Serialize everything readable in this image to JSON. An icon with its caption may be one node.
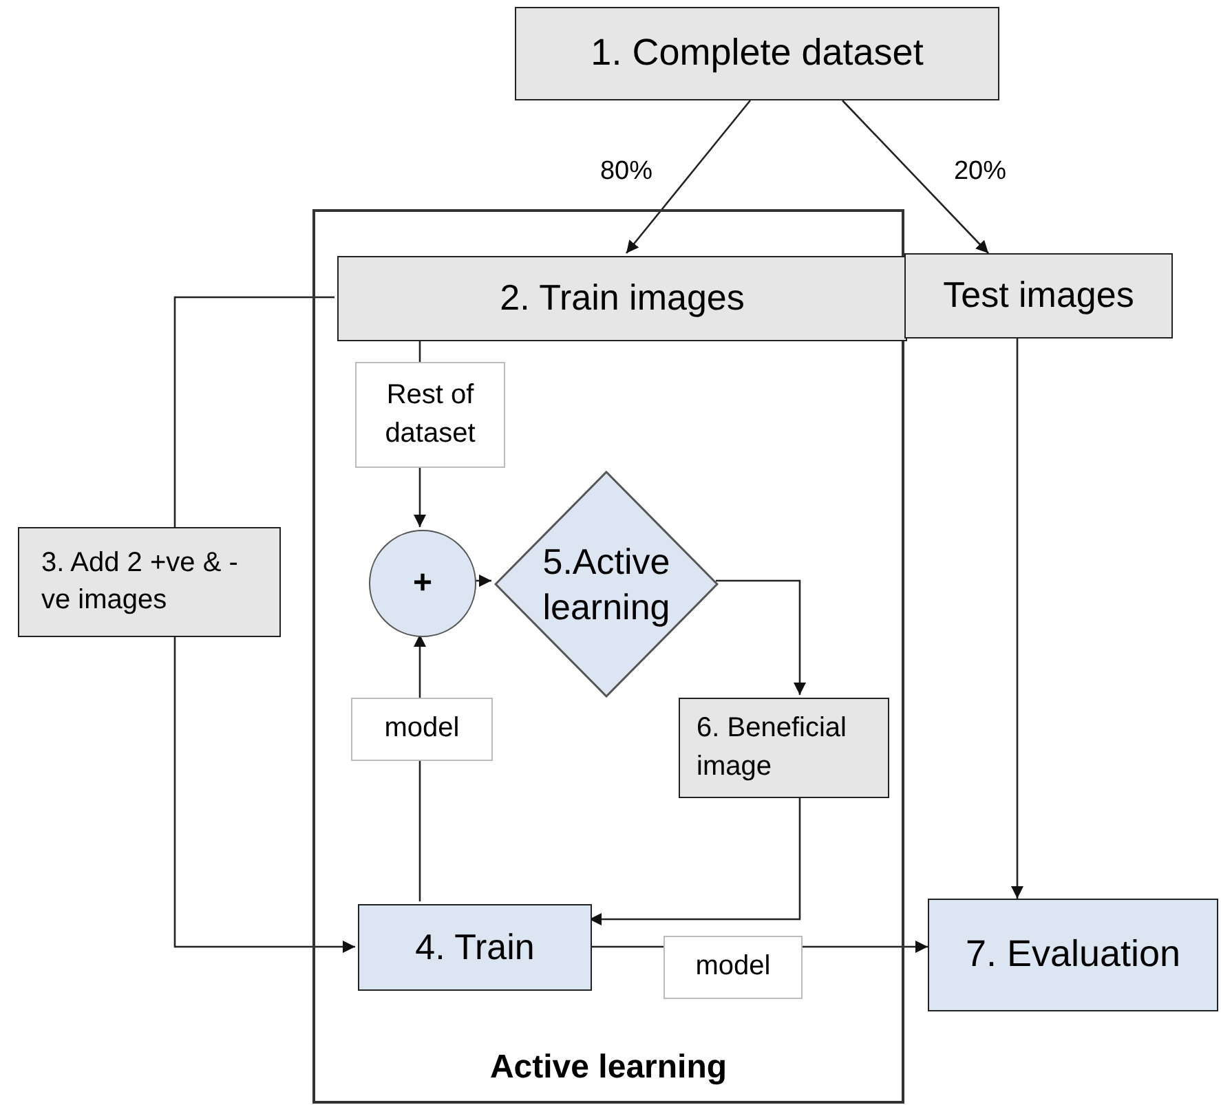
{
  "diagram": {
    "nodes": [
      {
        "text": [
          "1. Complete dataset"
        ]
      },
      {
        "text": [
          "Active learning"
        ]
      },
      {
        "text": [
          "2. Train images"
        ],
        "in": 1
      },
      {
        "text": [
          "Test images"
        ]
      },
      {
        "text": [
          "3. Add 2 +ve & -ve images"
        ]
      },
      {
        "text": [
          "+"
        ],
        "in": 1
      },
      {
        "text": [
          "5.Active learning"
        ],
        "in": 1
      },
      {
        "text": [
          "6. Beneficial image"
        ],
        "in": 1
      },
      {
        "text": [
          "4. Train"
        ],
        "in": 1
      },
      {
        "text": [
          "7. Evaluation"
        ]
      }
    ],
    "edges": [
      {
        "from": 0,
        "to": 2,
        "arrow": "to",
        "label": "80%"
      },
      {
        "from": 0,
        "to": 3,
        "arrow": "to",
        "label": "20%"
      },
      {
        "from": 2,
        "to": 5,
        "arrow": "to",
        "label": "Rest of dataset"
      },
      {
        "from": 2,
        "to": 4,
        "arrow": "none"
      },
      {
        "from": 4,
        "to": 8,
        "arrow": "to"
      },
      {
        "from": 8,
        "to": 5,
        "arrow": "to",
        "label": "model"
      },
      {
        "from": 5,
        "to": 6,
        "arrow": "to"
      },
      {
        "from": 6,
        "to": 7,
        "arrow": "to"
      },
      {
        "from": 7,
        "to": 8,
        "arrow": "to"
      },
      {
        "from": 8,
        "to": 9,
        "arrow": "to",
        "label": "model"
      },
      {
        "from": 3,
        "to": 9,
        "arrow": "to"
      }
    ]
  }
}
